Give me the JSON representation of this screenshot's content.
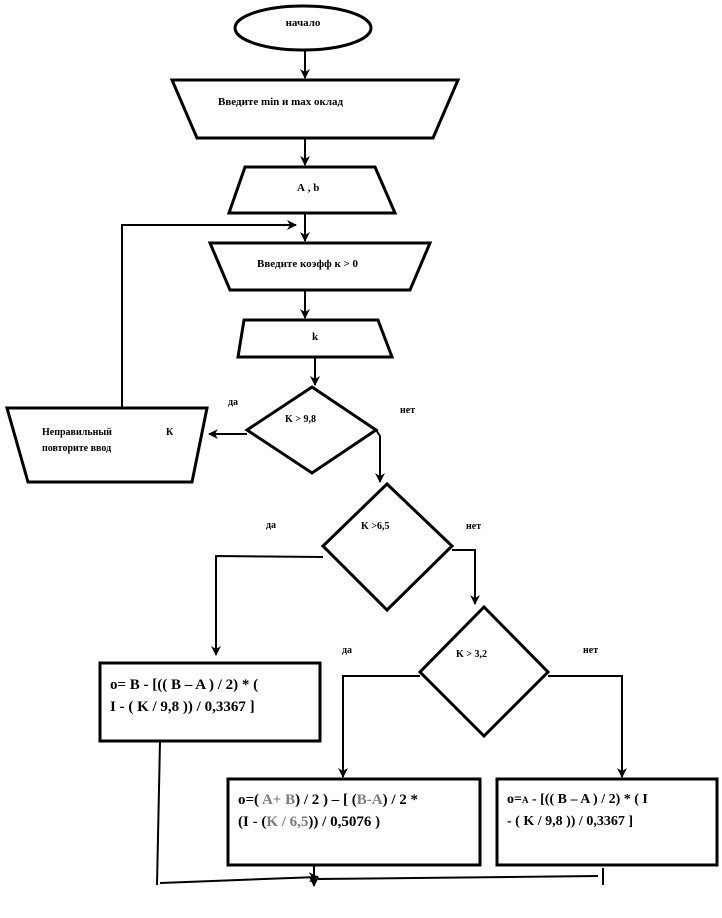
{
  "diagram": {
    "start": "начало",
    "input_prompt_minmax": "Введите min и max оклад",
    "input_ab": "А , b",
    "input_prompt_k": "Введите коэфф к > 0",
    "input_k": "k",
    "decision1": "K > 9,8",
    "error_line1": "Неправильный",
    "error_k": "К",
    "error_line2": "повторите ввод",
    "decision2": "K >6,5",
    "decision3": "K > 3,2",
    "yes": "да",
    "no": "нет",
    "formula1": {
      "line1": "o= B - [(( B – A ) / 2) * (",
      "line2": "I - ( K / 9,8 )) / 0,3367 ]"
    },
    "formula2": {
      "p1": "o=( ",
      "g1": "A+ B",
      "p2": ") / 2 ) – [ (",
      "g2": "B-A",
      "p3": ") / 2 *",
      "p4": "(I - (",
      "g3": "K / 6,5",
      "p5": ")) / 0,5076 )"
    },
    "formula3": {
      "p1": "o=",
      "small": "A",
      "p2": " - [(( B – A ) / 2) * ( I",
      "line2": "- ( K / 9,8 )) / 0,3367 ]"
    }
  }
}
